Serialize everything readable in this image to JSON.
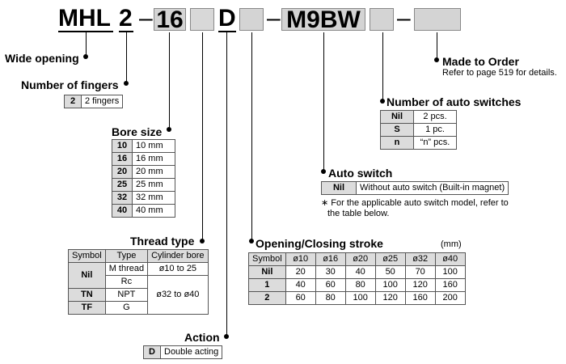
{
  "code": {
    "prefix": "MHL",
    "fingers": "2",
    "dash1": "–",
    "bore": "16",
    "action": "D",
    "dash2": "–",
    "switch": "M9BW",
    "dash3": "–"
  },
  "wide_opening": {
    "label": "Wide opening"
  },
  "fingers": {
    "heading": "Number of fingers",
    "rows": [
      {
        "key": "2",
        "desc": "2 fingers"
      }
    ]
  },
  "bore": {
    "heading": "Bore size",
    "rows": [
      {
        "key": "10",
        "desc": "10 mm"
      },
      {
        "key": "16",
        "desc": "16 mm"
      },
      {
        "key": "20",
        "desc": "20 mm"
      },
      {
        "key": "25",
        "desc": "25 mm"
      },
      {
        "key": "32",
        "desc": "32 mm"
      },
      {
        "key": "40",
        "desc": "40 mm"
      }
    ]
  },
  "thread": {
    "heading": "Thread type",
    "headers": [
      "Symbol",
      "Type",
      "Cylinder bore"
    ],
    "rows": [
      {
        "symbol": "Nil",
        "type1": "M thread",
        "bore1": "ø10 to 25",
        "type2": "Rc",
        "type3": "NPT",
        "bore2": "ø32 to ø40"
      },
      {
        "symbol": "TN"
      },
      {
        "symbol": "TF",
        "type": "G"
      }
    ]
  },
  "action": {
    "heading": "Action",
    "rows": [
      {
        "key": "D",
        "desc": "Double acting"
      }
    ]
  },
  "stroke": {
    "heading": "Opening/Closing stroke",
    "unit": "(mm)",
    "headers": [
      "Symbol",
      "ø10",
      "ø16",
      "ø20",
      "ø25",
      "ø32",
      "ø40"
    ],
    "rows": [
      [
        "Nil",
        "20",
        "30",
        "40",
        "50",
        "70",
        "100"
      ],
      [
        "1",
        "40",
        "60",
        "80",
        "100",
        "120",
        "160"
      ],
      [
        "2",
        "60",
        "80",
        "100",
        "120",
        "160",
        "200"
      ]
    ]
  },
  "auto_switch": {
    "heading": "Auto switch",
    "rows": [
      {
        "key": "Nil",
        "desc": "Without auto switch (Built-in magnet)"
      }
    ],
    "note_line1": "∗ For the applicable auto switch model, refer to",
    "note_line2": "the table below."
  },
  "num_switches": {
    "heading": "Number of auto switches",
    "rows": [
      {
        "key": "Nil",
        "desc": "2 pcs."
      },
      {
        "key": "S",
        "desc": "1 pc."
      },
      {
        "key": "n",
        "desc": "“n” pcs."
      }
    ]
  },
  "made_to_order": {
    "heading": "Made to Order",
    "note": "Refer to page 519 for details."
  }
}
